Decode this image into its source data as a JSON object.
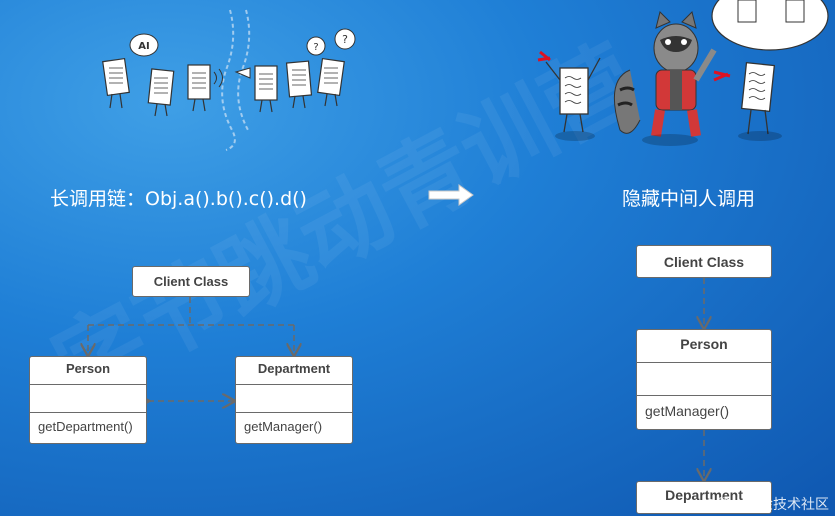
{
  "watermark": "字节跳动青训营",
  "left": {
    "heading": "长调用链：Obj.a().b().c().d()",
    "client": "Client Class",
    "person": {
      "title": "Person",
      "method": "getDepartment()"
    },
    "department": {
      "title": "Department",
      "method": "getManager()"
    }
  },
  "right": {
    "heading": "隐藏中间人调用",
    "client": "Client Class",
    "person": {
      "title": "Person",
      "method": "getManager()"
    },
    "department": {
      "title": "Department"
    }
  },
  "footer": "@稀土掘金技术社区",
  "colors": {
    "bg": "#1f7fd6",
    "box_border": "#6a6a6a",
    "arrow": "#6a6a6a"
  },
  "icons": [
    "telephone-gossip-illustration",
    "raccoon-scissors-illustration",
    "right-arrow-icon"
  ]
}
